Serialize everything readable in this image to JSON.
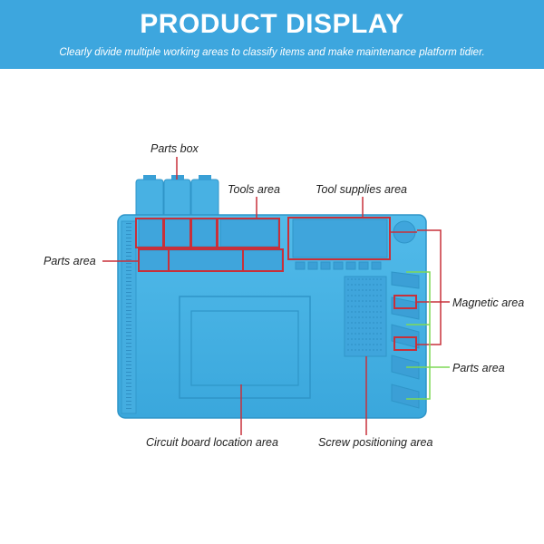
{
  "banner": {
    "title": "PRODUCT DISPLAY",
    "subtitle": "Clearly divide multiple working areas to classify items and make maintenance platform tidier."
  },
  "labels": {
    "parts_box": "Parts box",
    "tools_area": "Tools area",
    "tool_supplies_area": "Tool supplies area",
    "parts_area_left": "Parts area",
    "magnetic_area": "Magnetic area",
    "parts_area_right": "Parts area",
    "circuit_board_area": "Circuit board location area",
    "screw_area": "Screw positioning area"
  },
  "colors": {
    "banner": "#3da6de",
    "mat": "#4ab4e4",
    "mat_dark": "#2f95c8",
    "highlight_red": "#c8303a",
    "pointer_green": "#7ed957"
  }
}
